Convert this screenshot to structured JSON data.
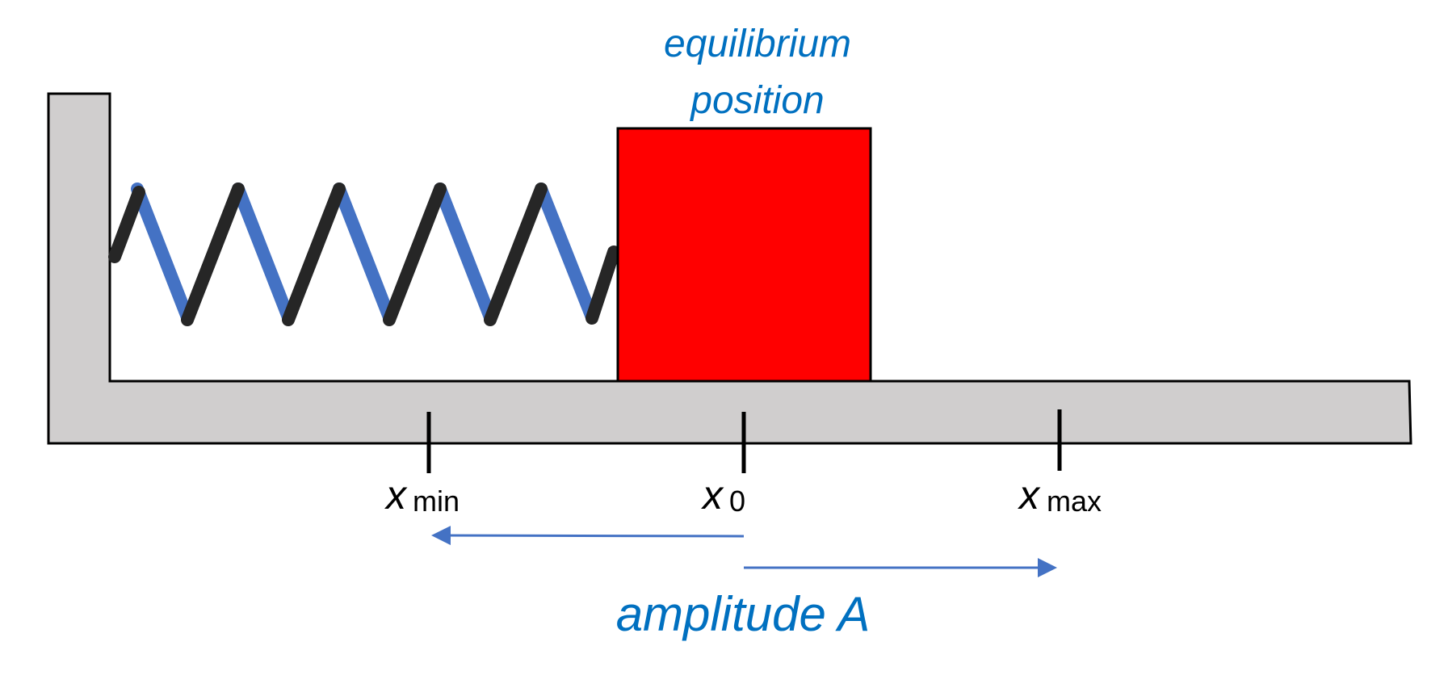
{
  "title_line1": "equilibrium",
  "title_line2": "position",
  "marker_min": {
    "var": "x",
    "sub": "min"
  },
  "marker_zero": {
    "var": "x",
    "sub": "0"
  },
  "marker_max": {
    "var": "x",
    "sub": "max"
  },
  "amplitude_label": "amplitude A",
  "colors": {
    "wall_floor": "#d0cece",
    "block": "#ff0000",
    "spring_back": "#4472c4",
    "spring_front": "#262626",
    "accent": "#0070c0",
    "arrow": "#4472c4"
  },
  "icons": [
    "wall-floor",
    "spring",
    "block",
    "tick-mark",
    "arrow-left",
    "arrow-right"
  ]
}
